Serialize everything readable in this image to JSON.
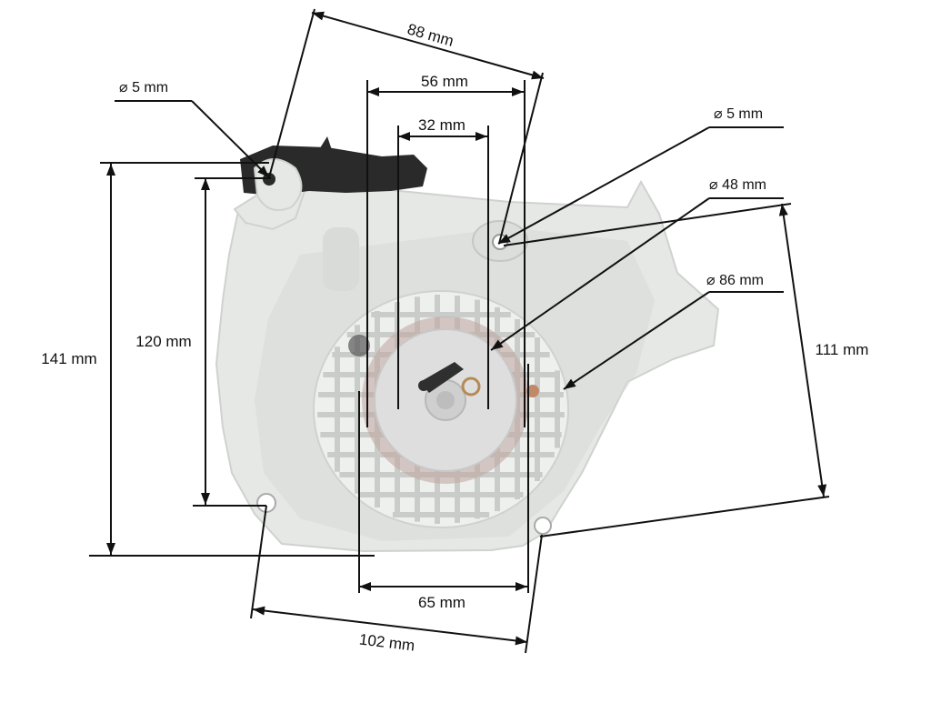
{
  "diagram": {
    "colors": {
      "housing": "#e6e8e6",
      "housing_edge": "#cfd2cf",
      "housing_shadow": "#d6d9d6",
      "grille": "#c9ccc9",
      "handle": "#2a2a2a",
      "pulley": "#dedede",
      "pulley_teeth": "#c2a9a4",
      "line": "#111111"
    },
    "dimensions": {
      "top_width": "88 mm",
      "upper_width": "56 mm",
      "inner_width": "32 mm",
      "left_hole": "⌀ 5 mm",
      "right_hole": "⌀ 5 mm",
      "pulley_dia": "⌀ 48 mm",
      "fan_dia": "⌀ 86 mm",
      "total_height": "141 mm",
      "hole_height": "120 mm",
      "right_height": "111 mm",
      "lower_width": "65 mm",
      "bottom_width": "102 mm"
    }
  }
}
